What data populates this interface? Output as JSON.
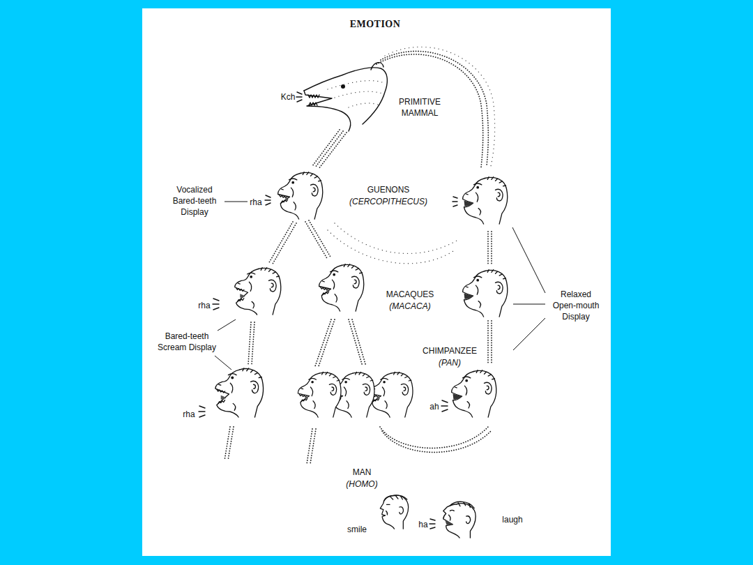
{
  "diagram": {
    "title": "EMOTION",
    "labels": [
      "Kch",
      "PRIMITIVE MAMMAL",
      "Vocalized Bared-teeth Display",
      "rha",
      "GUENONS",
      "(CERCOPITHECUS)",
      "rha",
      "MACAQUES",
      "(MACACA)",
      "Relaxed Open-mouth Display",
      "Bared-teeth Scream Display",
      "CHIMPANZEE",
      "(PAN)",
      "rha",
      "ah",
      "MAN",
      "(HOMO)",
      "smile",
      "ha",
      "laugh"
    ]
  }
}
